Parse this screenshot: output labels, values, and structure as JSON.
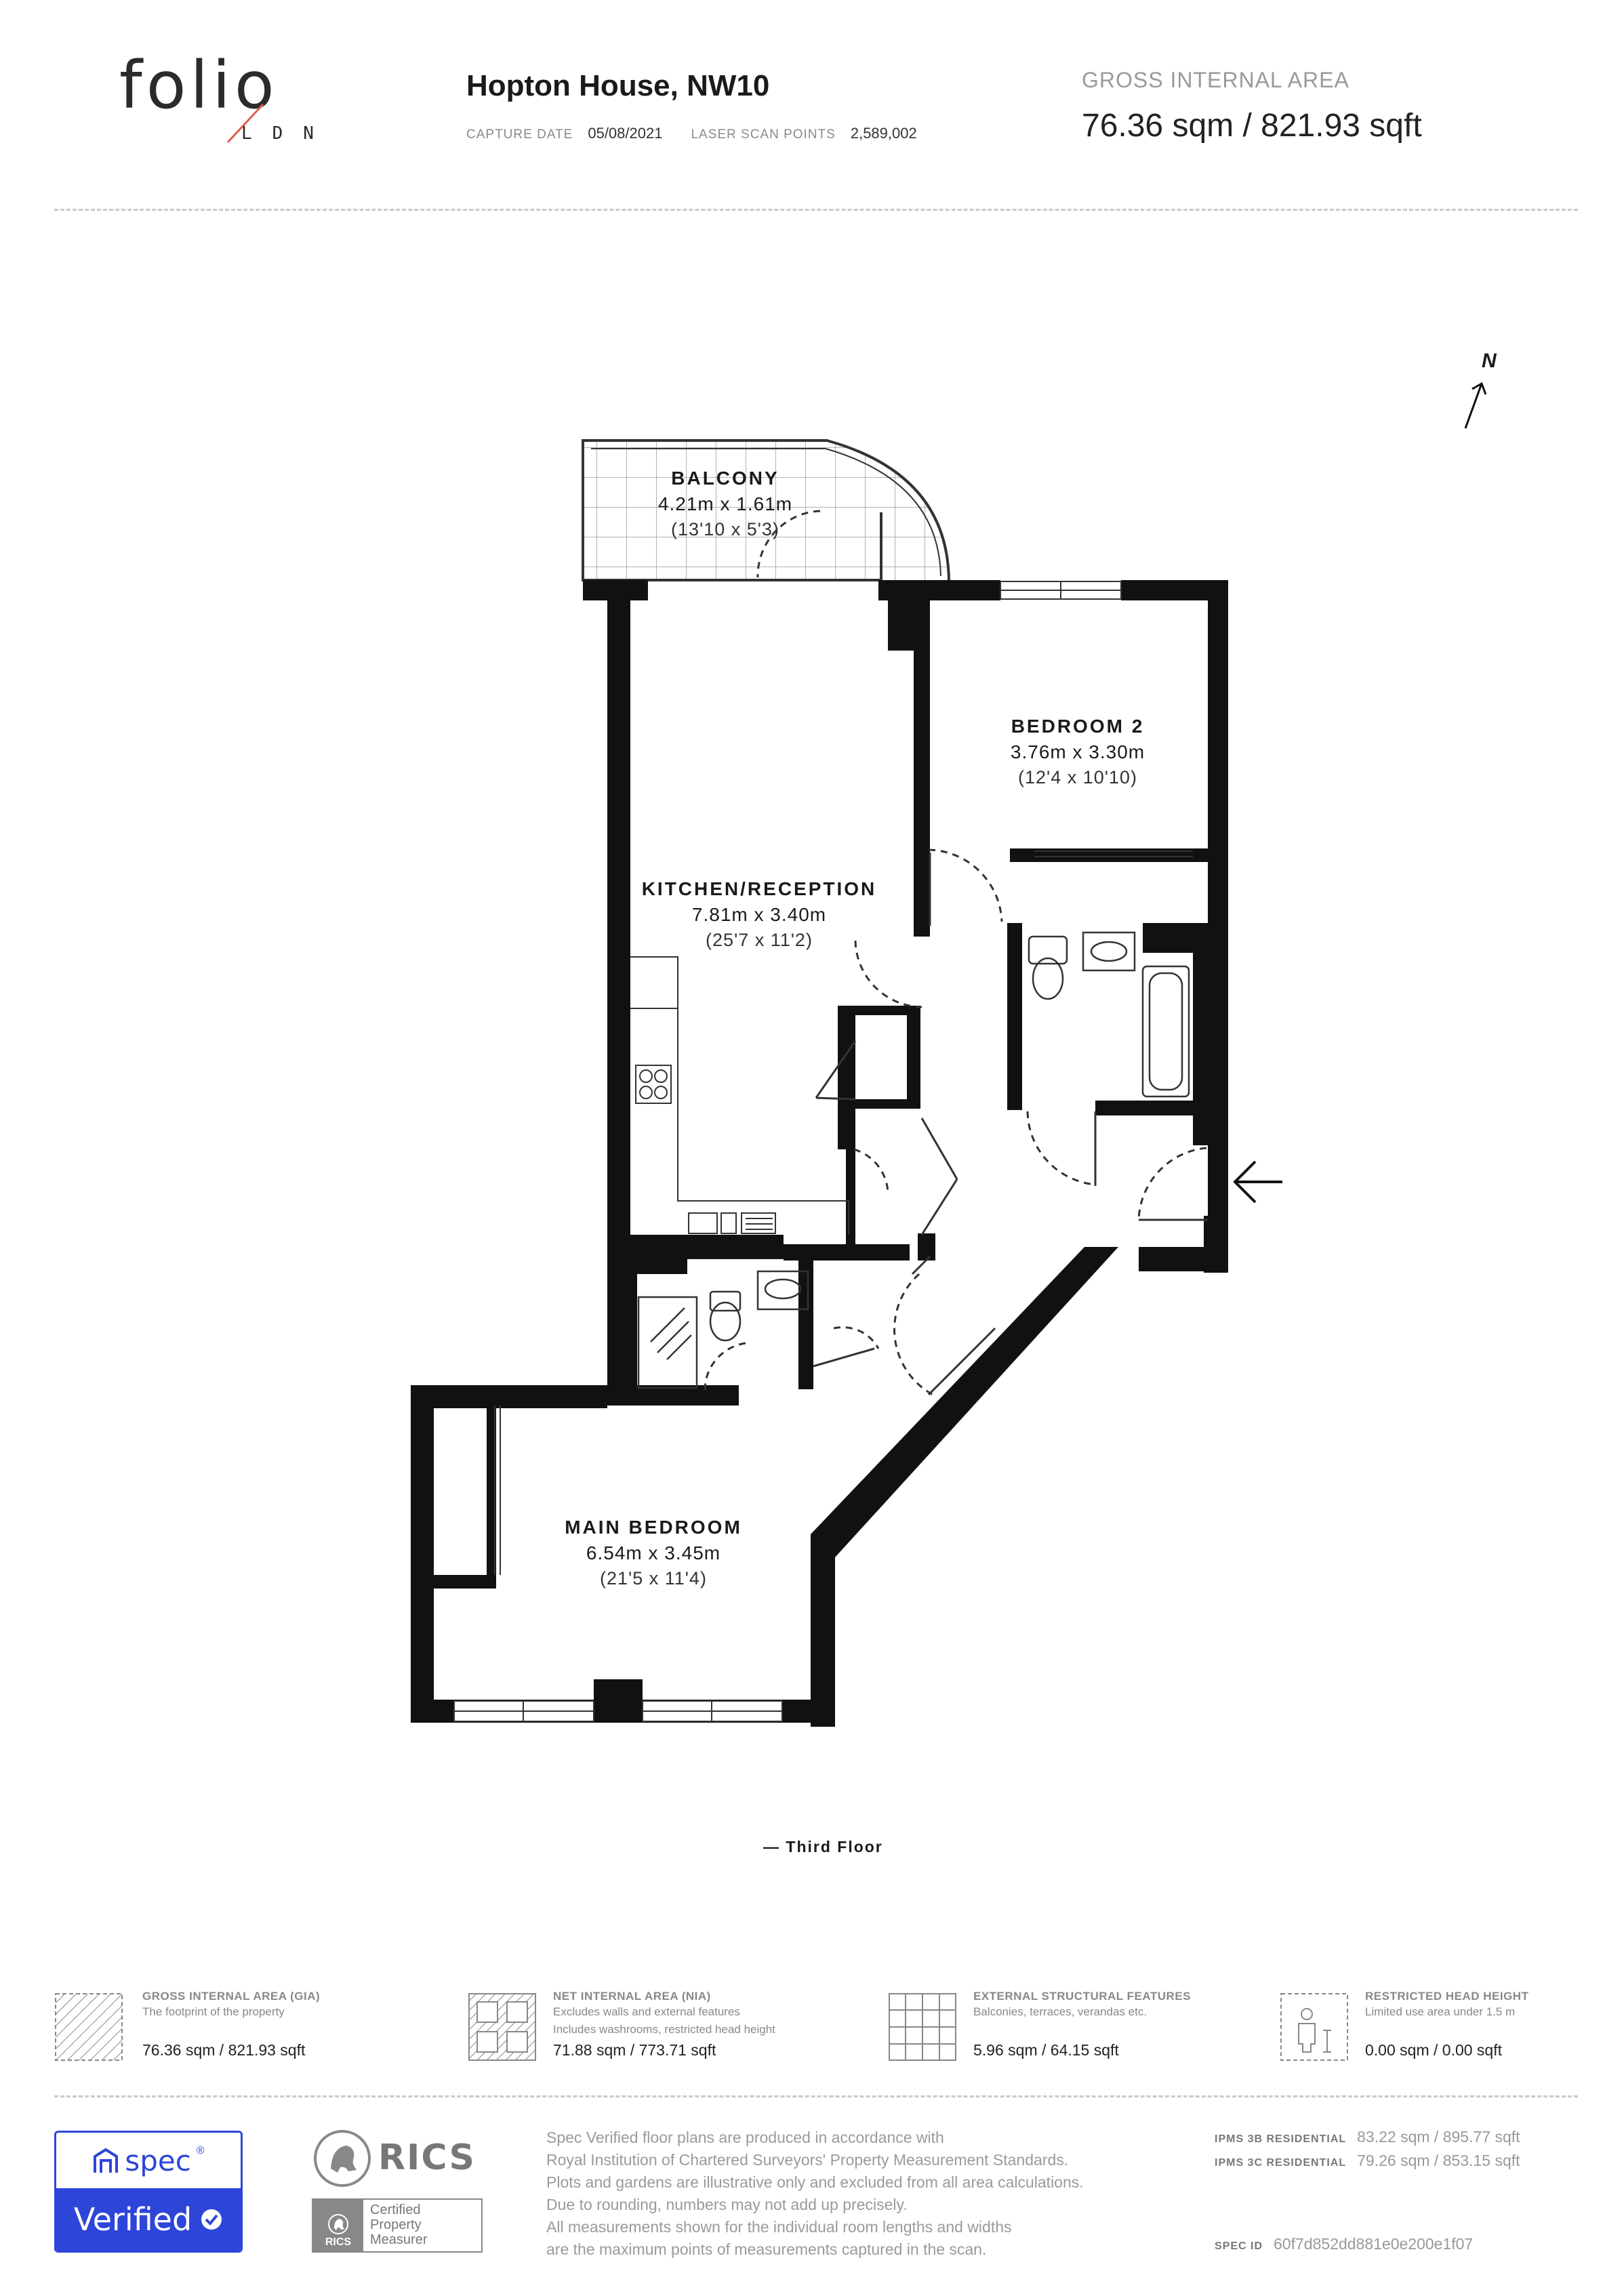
{
  "header": {
    "logo_word": "folio",
    "logo_sub": "LDN",
    "title": "Hopton House, NW10",
    "capture_date_label": "CAPTURE DATE",
    "capture_date": "05/08/2021",
    "scan_points_label": "LASER SCAN POINTS",
    "scan_points": "2,589,002",
    "gia_label": "GROSS INTERNAL AREA",
    "gia_value": "76.36 sqm / 821.93 sqft"
  },
  "plan": {
    "north_label": "N",
    "floor_label": "— Third Floor",
    "rooms": [
      {
        "name": "BALCONY",
        "metric": "4.21m x 1.61m",
        "imperial": "(13'10 x 5'3)"
      },
      {
        "name": "BEDROOM 2",
        "metric": "3.76m x 3.30m",
        "imperial": "(12'4 x 10'10)"
      },
      {
        "name": "KITCHEN/RECEPTION",
        "metric": "7.81m x 3.40m",
        "imperial": "(25'7 x 11'2)"
      },
      {
        "name": "MAIN BEDROOM",
        "metric": "6.54m x 3.45m",
        "imperial": "(21'5 x 11'4)"
      }
    ]
  },
  "legend": [
    {
      "title": "GROSS INTERNAL AREA (GIA)",
      "desc1": "The footprint of the property",
      "desc2": "",
      "value": "76.36 sqm / 821.93 sqft",
      "icon": "hatched-square-icon"
    },
    {
      "title": "NET INTERNAL AREA (NIA)",
      "desc1": "Excludes walls and external features",
      "desc2": "Includes washrooms, restricted head height",
      "value": "71.88 sqm / 773.71 sqft",
      "icon": "nia-pattern-icon"
    },
    {
      "title": "EXTERNAL STRUCTURAL FEATURES",
      "desc1": "Balconies, terraces, verandas etc.",
      "desc2": "",
      "value": "5.96 sqm / 64.15 sqft",
      "icon": "grid-square-icon"
    },
    {
      "title": "RESTRICTED HEAD HEIGHT",
      "desc1": "Limited use area under 1.5 m",
      "desc2": "",
      "value": "0.00 sqm / 0.00 sqft",
      "icon": "person-height-icon"
    }
  ],
  "footer": {
    "spec_word": "spec",
    "spec_reg": "®",
    "verified": "Verified",
    "rics_word": "RICS",
    "rics_small": "RICS",
    "rics_cert_1": "Certified",
    "rics_cert_2": "Property",
    "rics_cert_3": "Measurer",
    "text_lines": [
      "Spec Verified floor plans are produced in accordance with",
      "Royal Institution of Chartered Surveyors' Property Measurement Standards.",
      "Plots and gardens are illustrative only and excluded from all area calculations.",
      "Due to rounding, numbers may not add up precisely.",
      "All measurements shown for the individual room lengths and widths",
      "are the maximum points of measurements captured in the scan."
    ],
    "ipms_3b_label": "IPMS 3B RESIDENTIAL",
    "ipms_3b_value": "83.22 sqm / 895.77 sqft",
    "ipms_3c_label": "IPMS 3C RESIDENTIAL",
    "ipms_3c_value": "79.26 sqm / 853.15 sqft",
    "spec_id_label": "SPEC ID",
    "spec_id_value": "60f7d852dd881e0e200e1f07"
  }
}
